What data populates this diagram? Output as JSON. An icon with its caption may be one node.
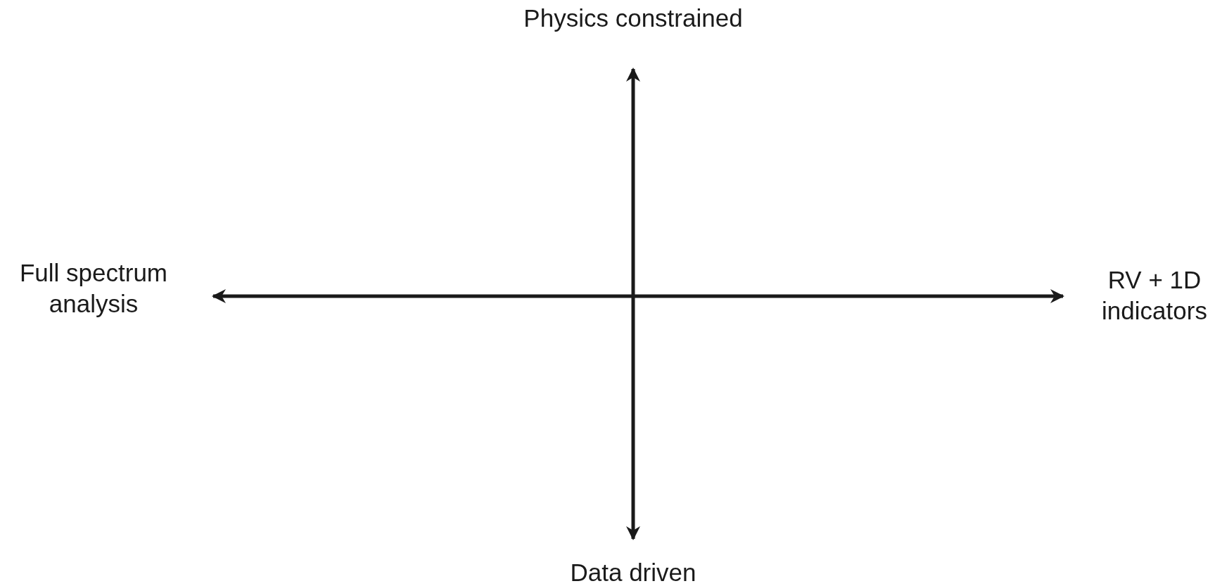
{
  "diagram": {
    "labels": [
      "Physics constrained",
      "Full spectrum analysis",
      "RV + 1D indicators",
      "Data driven"
    ]
  }
}
